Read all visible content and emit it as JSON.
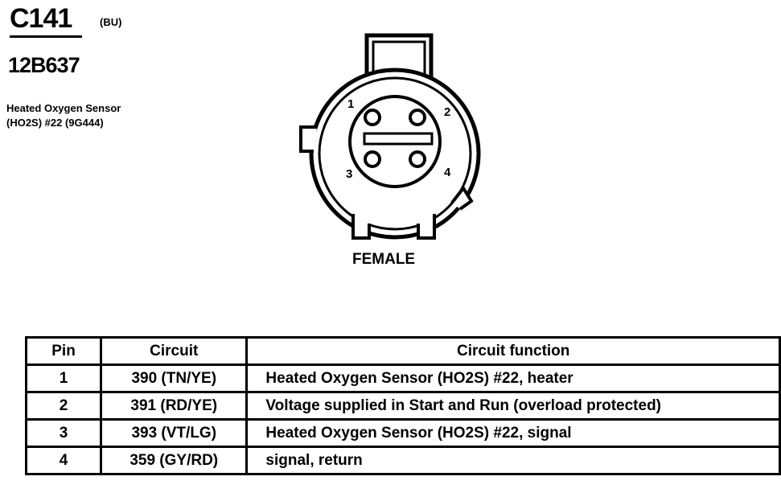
{
  "header": {
    "connector_id": "C141",
    "connector_color": "(BU)",
    "part_number": "12B637",
    "description_line1": "Heated Oxygen Sensor",
    "description_line2": "(HO2S) #22 (9G444)"
  },
  "diagram": {
    "view_label": "FEMALE",
    "pins": [
      "1",
      "2",
      "3",
      "4"
    ]
  },
  "table": {
    "headers": {
      "pin": "Pin",
      "circuit": "Circuit",
      "function": "Circuit function"
    },
    "rows": [
      {
        "pin": "1",
        "circuit": "390 (TN/YE)",
        "function": "Heated Oxygen Sensor (HO2S) #22, heater"
      },
      {
        "pin": "2",
        "circuit": "391 (RD/YE)",
        "function": "Voltage supplied in Start and Run (overload protected)"
      },
      {
        "pin": "3",
        "circuit": "393 (VT/LG)",
        "function": "Heated Oxygen Sensor (HO2S) #22, signal"
      },
      {
        "pin": "4",
        "circuit": "359 (GY/RD)",
        "function": "signal, return"
      }
    ]
  }
}
